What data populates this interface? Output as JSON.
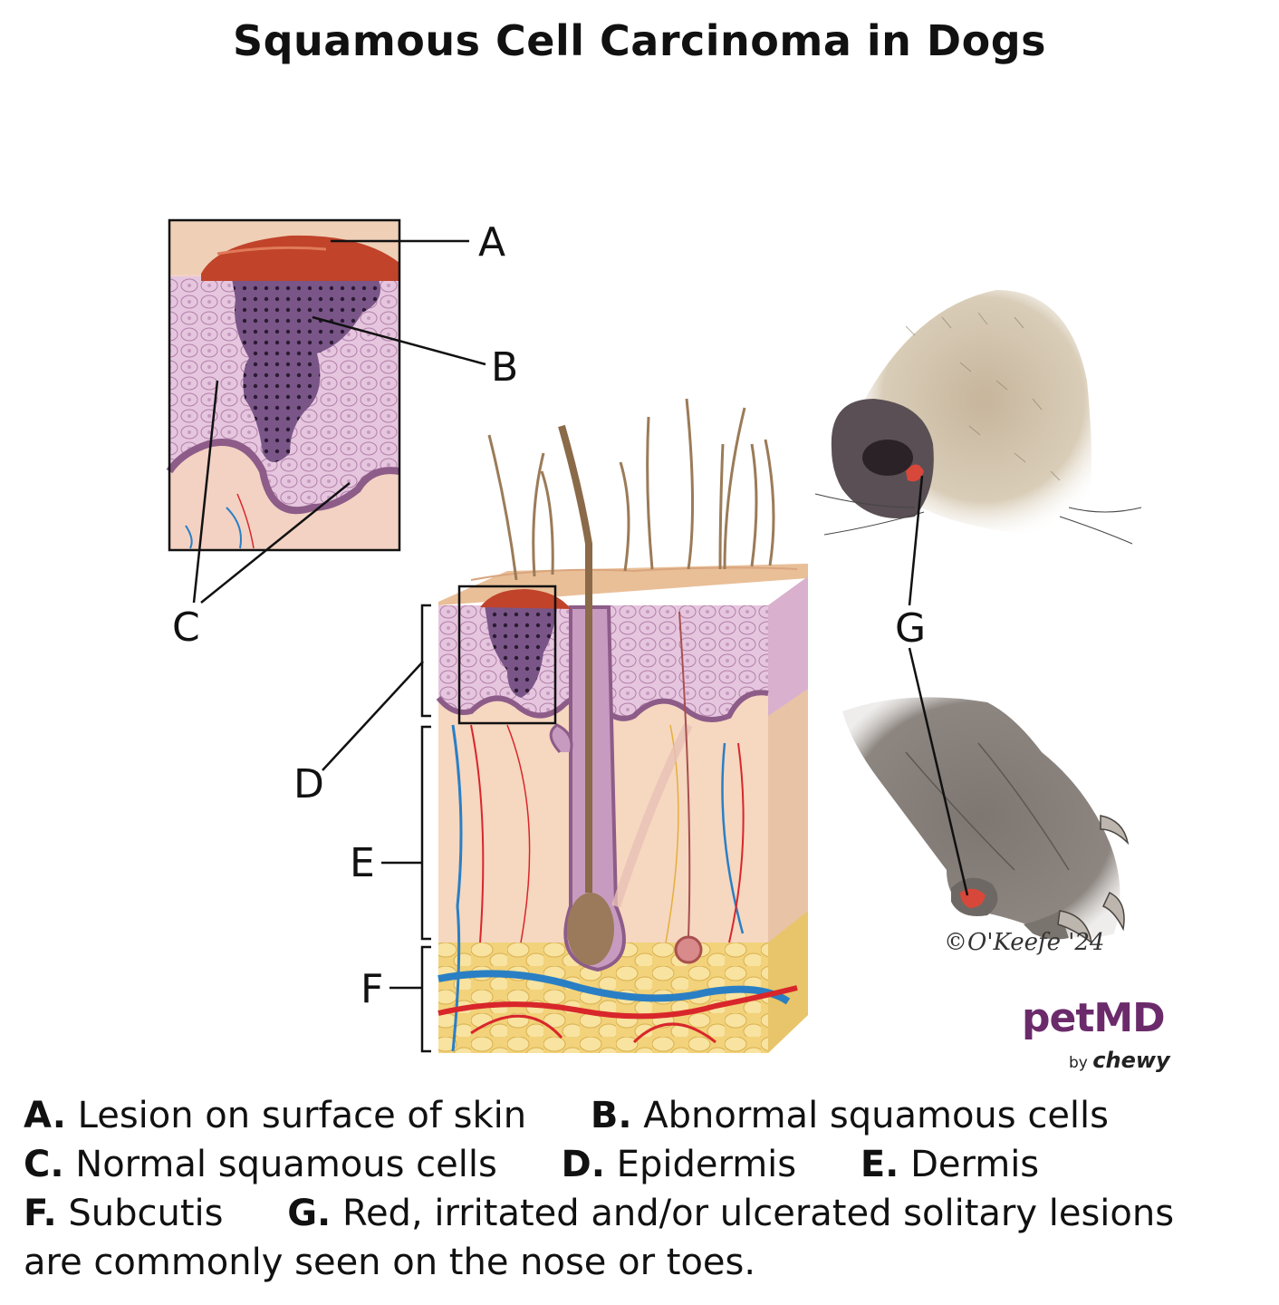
{
  "title": "Squamous Cell Carcinoma in Dogs",
  "labels": {
    "A": "A",
    "B": "B",
    "C": "C",
    "D": "D",
    "E": "E",
    "F": "F",
    "G": "G"
  },
  "signature": "©O'Keefe '24",
  "brand": {
    "name": "petMD",
    "by": "by",
    "parent": "chewy"
  },
  "legend": [
    {
      "key": "A.",
      "text": "Lesion on surface of skin"
    },
    {
      "key": "B.",
      "text": "Abnormal squamous cells"
    },
    {
      "key": "C.",
      "text": "Normal squamous cells"
    },
    {
      "key": "D.",
      "text": "Epidermis"
    },
    {
      "key": "E.",
      "text": "Dermis"
    },
    {
      "key": "F.",
      "text": "Subcutis"
    },
    {
      "key": "G.",
      "text": "Red, irritated and/or ulcerated solitary lesions"
    },
    {
      "key": "",
      "text": "are commonly seen on the nose or toes."
    }
  ],
  "colors": {
    "lesion": "#c0432a",
    "tumor": "#6e4a7e",
    "epidermis": "#e3c3dc",
    "dermis": "#f6d7c0",
    "subcutis": "#f3d98a",
    "artery": "#d8262b",
    "vein": "#2a7fc4",
    "brand": "#6b2b6b"
  }
}
